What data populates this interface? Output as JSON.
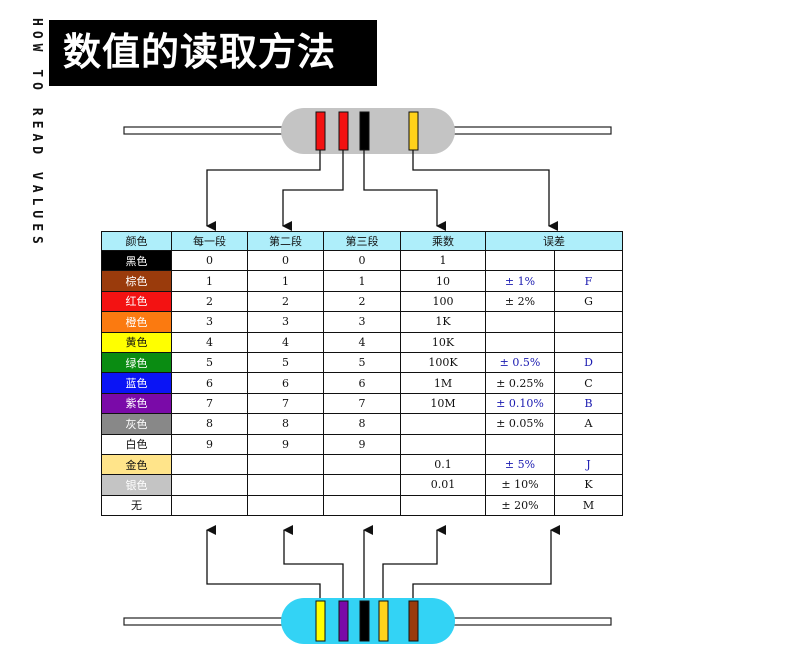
{
  "title": "数值的读取方法",
  "side_text": "HOW TO READ VALUES",
  "table": {
    "headers": [
      "颜色",
      "每一段",
      "第二段",
      "第三段",
      "乘数",
      "误差"
    ],
    "rows": [
      {
        "color_name": "黑色",
        "swatch": "#000000",
        "text_color": "#ffffff",
        "d1": "0",
        "d2": "0",
        "d3": "0",
        "mult": "1",
        "tol": "",
        "code": ""
      },
      {
        "color_name": "棕色",
        "swatch": "#9a3b0c",
        "text_color": "#ffffff",
        "d1": "1",
        "d2": "1",
        "d3": "1",
        "mult": "10",
        "tol": "± 1%",
        "code": "F"
      },
      {
        "color_name": "红色",
        "swatch": "#f31212",
        "text_color": "#ffffff",
        "d1": "2",
        "d2": "2",
        "d3": "2",
        "mult": "100",
        "tol": "± 2%",
        "code": "G"
      },
      {
        "color_name": "橙色",
        "swatch": "#fb7a10",
        "text_color": "#ffffff",
        "d1": "3",
        "d2": "3",
        "d3": "3",
        "mult": "1K",
        "tol": "",
        "code": ""
      },
      {
        "color_name": "黄色",
        "swatch": "#ffff00",
        "text_color": "#111111",
        "d1": "4",
        "d2": "4",
        "d3": "4",
        "mult": "10K",
        "tol": "",
        "code": ""
      },
      {
        "color_name": "绿色",
        "swatch": "#0a8c12",
        "text_color": "#ffffff",
        "d1": "5",
        "d2": "5",
        "d3": "5",
        "mult": "100K",
        "tol": "± 0.5%",
        "code": "D"
      },
      {
        "color_name": "蓝色",
        "swatch": "#0a14f5",
        "text_color": "#ffffff",
        "d1": "6",
        "d2": "6",
        "d3": "6",
        "mult": "1M",
        "tol": "± 0.25%",
        "code": "C"
      },
      {
        "color_name": "紫色",
        "swatch": "#7a0aa8",
        "text_color": "#ffffff",
        "d1": "7",
        "d2": "7",
        "d3": "7",
        "mult": "10M",
        "tol": "± 0.10%",
        "code": "B"
      },
      {
        "color_name": "灰色",
        "swatch": "#888888",
        "text_color": "#ffffff",
        "d1": "8",
        "d2": "8",
        "d3": "8",
        "mult": "",
        "tol": "± 0.05%",
        "code": "A"
      },
      {
        "color_name": "白色",
        "swatch": "#ffffff",
        "text_color": "#111111",
        "d1": "9",
        "d2": "9",
        "d3": "9",
        "mult": "",
        "tol": "",
        "code": ""
      },
      {
        "color_name": "金色",
        "swatch": "#ffe48a",
        "text_color": "#111111",
        "d1": "",
        "d2": "",
        "d3": "",
        "mult": "0.1",
        "tol": "± 5%",
        "code": "J"
      },
      {
        "color_name": "银色",
        "swatch": "#c4c4c4",
        "text_color": "#ffffff",
        "d1": "",
        "d2": "",
        "d3": "",
        "mult": "0.01",
        "tol": "± 10%",
        "code": "K"
      },
      {
        "color_name": "无",
        "swatch": "#ffffff",
        "text_color": "#111111",
        "d1": "",
        "d2": "",
        "d3": "",
        "mult": "",
        "tol": "± 20%",
        "code": "M"
      }
    ]
  },
  "resistor_top": {
    "body_color": "#c4c4c4",
    "bands": [
      "#f31212",
      "#f31212",
      "#000000",
      "#ffd21a"
    ]
  },
  "resistor_bottom": {
    "body_color": "#33d3f5",
    "bands": [
      "#ffff00",
      "#7a0aa8",
      "#000000",
      "#ffd21a",
      "#9a3b0c"
    ]
  }
}
